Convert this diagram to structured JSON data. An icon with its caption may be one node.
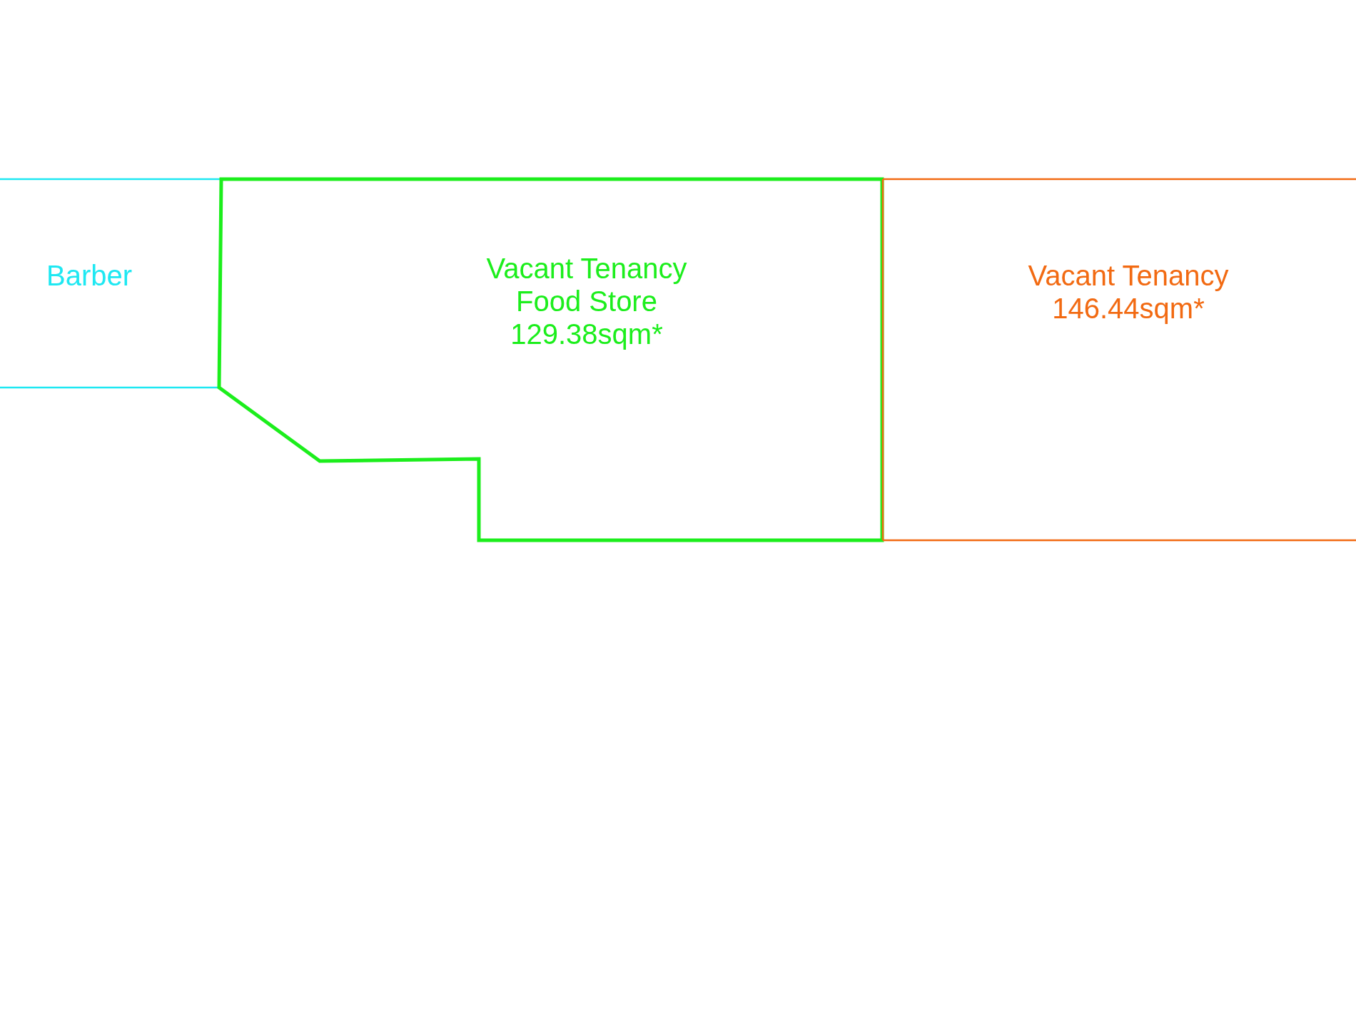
{
  "diagram": {
    "nodes": [
      {
        "text": [
          "Barber"
        ]
      },
      {
        "text": [
          "Vacant Tenancy",
          "Food Store",
          "129.38sqm*"
        ]
      },
      {
        "text": [
          "Vacant Tenancy",
          "146.44sqm*"
        ]
      }
    ]
  }
}
